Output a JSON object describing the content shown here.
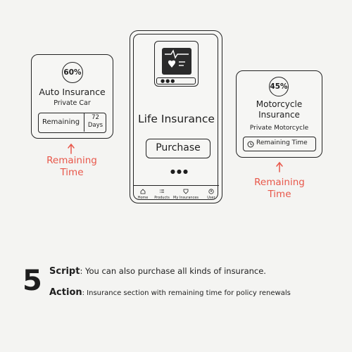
{
  "auto_card": {
    "percent": "60%",
    "title": "Auto Insurance",
    "subtitle": "Private Car",
    "remaining_label": "Remaining",
    "days_number": "72",
    "days_unit": "Days"
  },
  "auto_annotation": {
    "line1": "Remaining",
    "line2": "Time"
  },
  "phone": {
    "title": "Life Insurance",
    "purchase_label": "Purchase",
    "nav": [
      "Home",
      "Products",
      "My Insurances",
      "User"
    ]
  },
  "moto_card": {
    "percent": "45%",
    "title_line1": "Motorcycle",
    "title_line2": "Insurance",
    "subtitle": "Private Motorcycle",
    "remaining_label": "Remaining Time"
  },
  "moto_annotation": {
    "line1": "Remaining",
    "line2": "Time"
  },
  "caption": {
    "step_number": "5",
    "script_label": "Script",
    "script_text": ":  You can also purchase all kinds of insurance.",
    "action_label": "Action",
    "action_text": ": Insurance section with remaining time for policy renewals"
  },
  "colors": {
    "annotation": "#e8574a",
    "ink": "#1e1e1e",
    "background": "#f4f4f2"
  }
}
